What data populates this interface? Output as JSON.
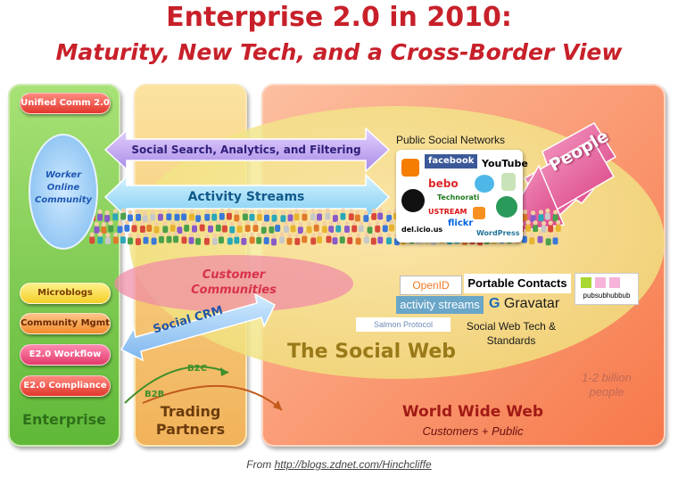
{
  "title": {
    "line1": "Enterprise 2.0 in 2010:",
    "line2": "Maturity, New Tech, and a Cross-Border View"
  },
  "enterprise": {
    "top_pill": "Unified Comm 2.0",
    "worker_community": [
      "Worker",
      "Online",
      "Community"
    ],
    "pills": [
      "Microblogs",
      "Community Mgmt",
      "E2.0 Workflow",
      "E2.0 Compliance"
    ],
    "label": "Enterprise"
  },
  "trading_partners": {
    "label_line1": "Trading",
    "label_line2": "Partners",
    "b2c": "B2C",
    "b2b": "B2B"
  },
  "arrows": {
    "social_search": "Social Search, Analytics, and Filtering",
    "activity_streams": "Activity Streams",
    "social_crm": "Social CRM",
    "people": "People"
  },
  "customer_communities": {
    "line1": "Customer",
    "line2": "Communities"
  },
  "social_web": {
    "label": "The Social Web",
    "public_networks_title": "Public Social Networks",
    "network_logos": [
      "facebook",
      "YouTube",
      "bebo",
      "Technorati",
      "USTREAM",
      "flickr",
      "del.icio.us",
      "WordPress"
    ],
    "tech_logos": {
      "openid": "OpenID",
      "portable_contacts": "Portable Contacts",
      "pubsubhubbub": "pubsubhubbub",
      "activity_streams": "activity streams",
      "gravatar": "Gravatar",
      "salmon": "Salmon Protocol"
    },
    "standards_line1": "Social Web Tech &",
    "standards_line2": "Standards"
  },
  "www": {
    "label": "World Wide Web",
    "sublabel": "Customers + Public",
    "population_line1": "1-2 billion",
    "population_line2": "people"
  },
  "credit": {
    "prefix": "From ",
    "link": "http://blogs.zdnet.com/Hinchcliffe"
  },
  "colors": {
    "title": "#c8202a",
    "enterprise": "#5fb837",
    "trading_partners": "#f1b25a",
    "www": "#f7784a",
    "social_web_ellipse": "#f4e98a",
    "people_arrow": "#e4508f"
  }
}
